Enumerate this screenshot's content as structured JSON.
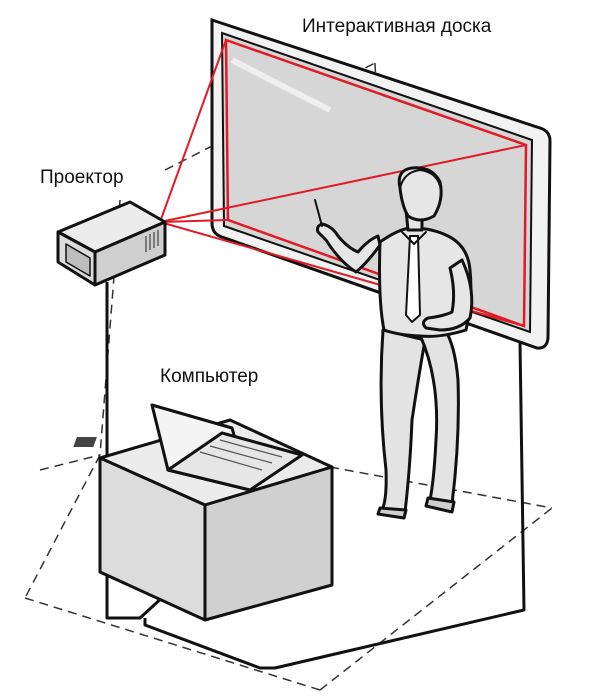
{
  "labels": {
    "board": "Интерактивная доска",
    "projector": "Проектор",
    "computer": "Компьютер"
  },
  "colors": {
    "beam": "#e01b24",
    "outline": "#111111",
    "board_surface": "#d6d6d6",
    "object_fill": "#e3e3e3",
    "floor_dash": "#333333"
  }
}
